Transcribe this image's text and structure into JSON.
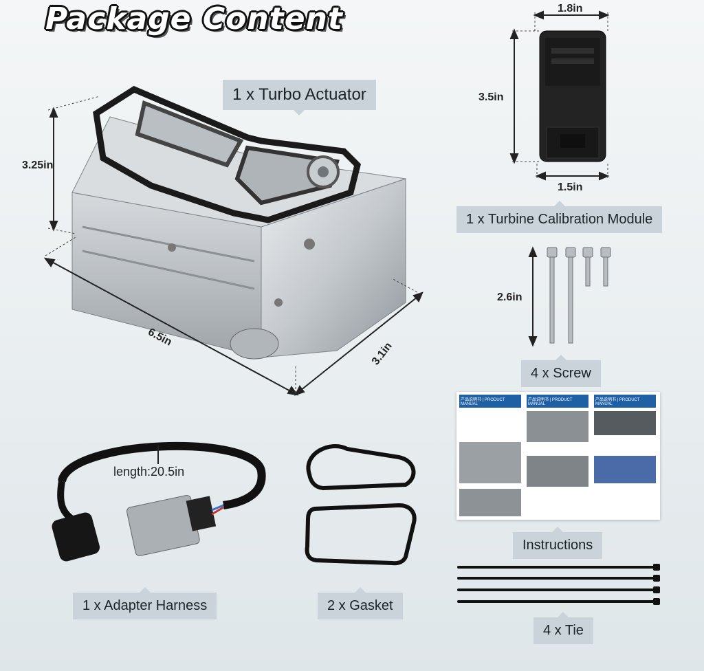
{
  "page": {
    "title": "Package Content"
  },
  "items": {
    "turbo_actuator": "1 x Turbo Actuator",
    "calibration_module": "1 x Turbine Calibration Module",
    "screw": "4 x Screw",
    "instructions": "Instructions",
    "adapter_harness": "1 x Adapter Harness",
    "gasket": "2 x Gasket",
    "tie": "4 x Tie"
  },
  "dimensions": {
    "actuator_height": "3.25in",
    "actuator_length": "6.5in",
    "actuator_width": "3.1in",
    "module_top": "1.8in",
    "module_height": "3.5in",
    "module_bottom": "1.5in",
    "screw_length": "2.6in",
    "harness_length": "length:20.5in"
  },
  "manual": {
    "headers": [
      "产品说明书 | PRODUCT MANUAL",
      "产品说明书 | PRODUCT MANUAL",
      "产品说明书 | PRODUCT MANUAL"
    ]
  }
}
